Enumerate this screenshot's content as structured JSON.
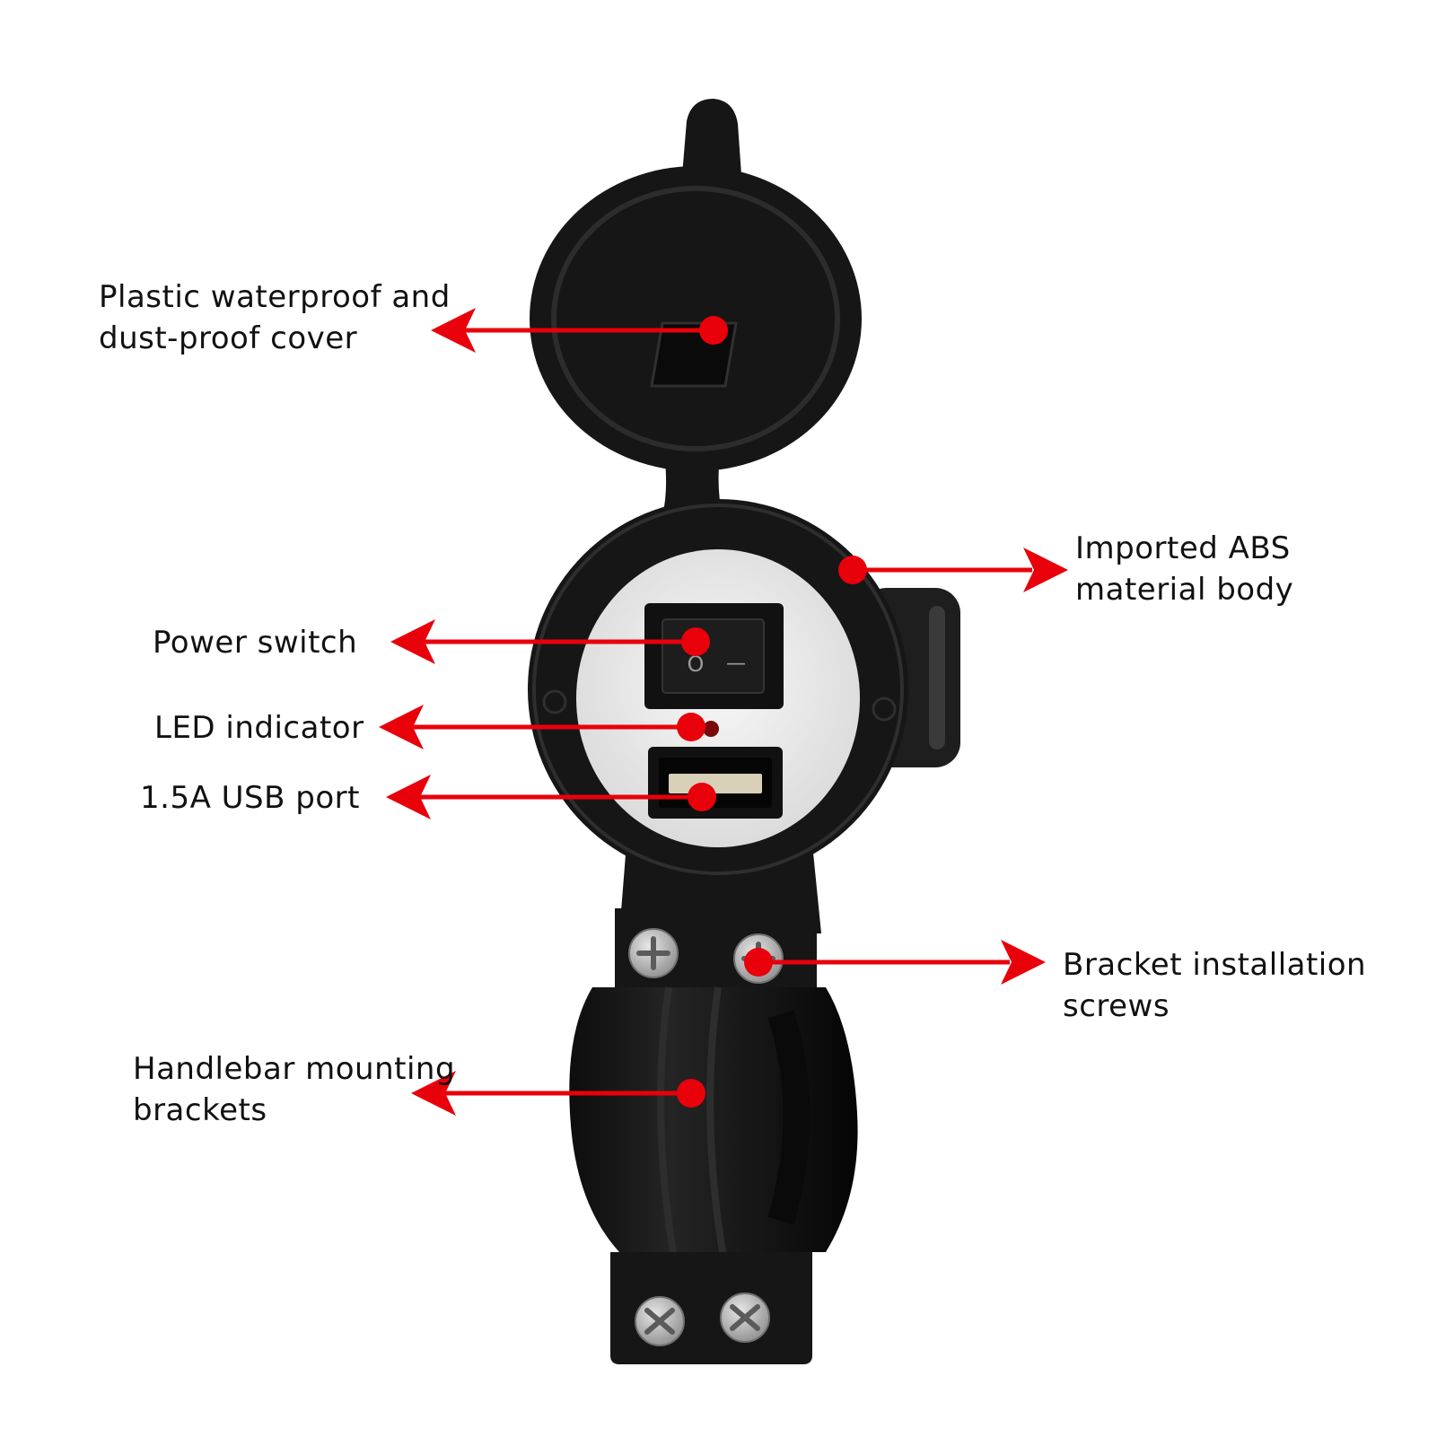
{
  "colors": {
    "background": "#ffffff",
    "device": "#161616",
    "device_edge": "#2b2b2b",
    "face_plate": "#ececec",
    "callout_red": "#e8000b",
    "led": "#7a0a0a",
    "screw": "#b9b9b9",
    "label_text": "#111111"
  },
  "labels": {
    "cover": {
      "line1": "Plastic waterproof and",
      "line2": "dust-proof cover"
    },
    "body": {
      "line1": "Imported ABS",
      "line2": "material body"
    },
    "switch": {
      "line1": "Power switch"
    },
    "led": {
      "line1": "LED indicator"
    },
    "usb": {
      "line1": "1.5A USB port"
    },
    "screws": {
      "line1": "Bracket installation",
      "line2": "screws"
    },
    "bracket": {
      "line1": "Handlebar mounting",
      "line2": "brackets"
    }
  },
  "switch_marks": {
    "on": "O",
    "off": "—"
  }
}
